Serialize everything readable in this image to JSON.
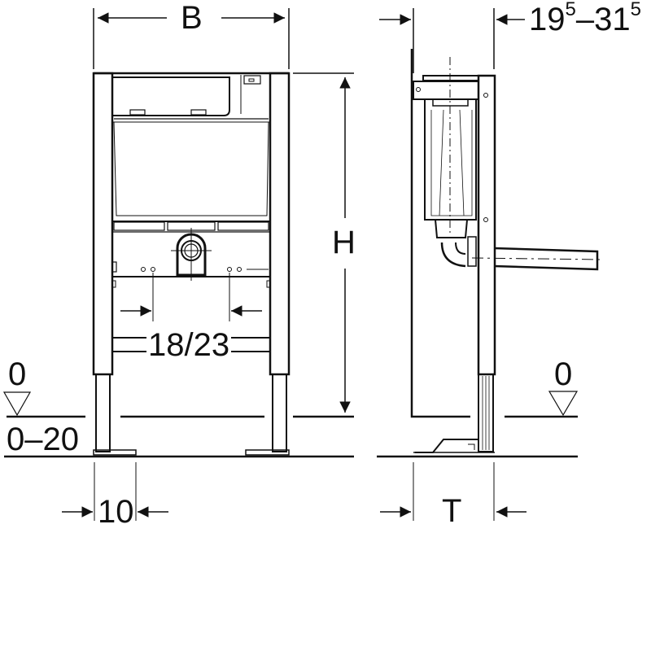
{
  "diagram": {
    "type": "technical drawing",
    "subject": "WC installation frame, front and side view",
    "colors": {
      "line": "#111111",
      "background": "#ffffff"
    },
    "front_view": {
      "width_label": "B",
      "height_label": "H",
      "connection_spacing_label": "18/23",
      "foot_width_label": "10",
      "floor_reference_label": "0",
      "floor_range_label": "0–20"
    },
    "side_view": {
      "depth_range_label": {
        "a": "19",
        "a_sup": "5",
        "sep": "–",
        "b": "31",
        "b_sup": "5"
      },
      "depth_label": "T",
      "floor_reference_label": "0"
    }
  }
}
